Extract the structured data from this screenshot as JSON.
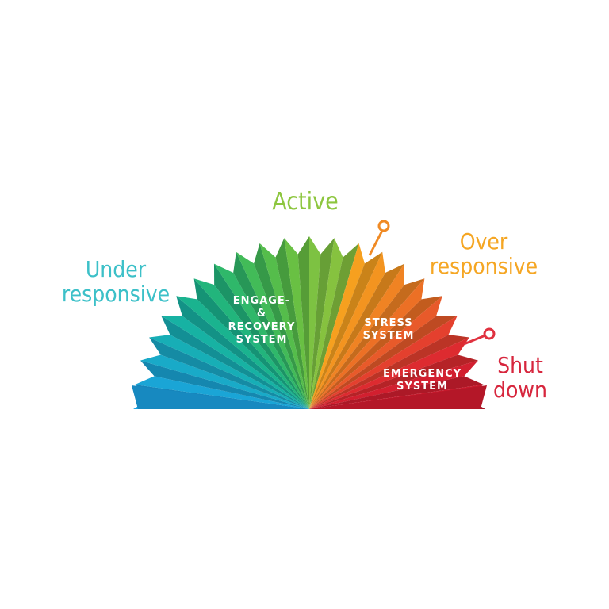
{
  "labels": {
    "under": [
      "Under",
      "responsive"
    ],
    "active": "Active",
    "over": [
      "Over",
      "responsive"
    ],
    "shutdown": [
      "Shut",
      "down"
    ]
  },
  "systems": {
    "engage": [
      "ENGAGE-",
      "&",
      "RECOVERY",
      "SYSTEM"
    ],
    "stress": [
      "STRESS",
      "SYSTEM"
    ],
    "emergency": [
      "EMERGENCY",
      "SYSTEM"
    ]
  },
  "colors": {
    "under": "#3cc0c8",
    "active": "#8dc63f",
    "over": "#f5a623",
    "shutdown": "#d7263d",
    "pointer_over": "#f08a24",
    "pointer_shutdown": "#e0313f"
  },
  "fan_colors": [
    "#1ba1e2",
    "#1aa5d6",
    "#19aac8",
    "#17aeb6",
    "#17b2a3",
    "#1ab38f",
    "#22b57c",
    "#2fb86a",
    "#42bb58",
    "#55bd4b",
    "#69c043",
    "#7dc242",
    "#86c23f",
    "#f6a01f",
    "#f39420",
    "#f08323",
    "#ec7025",
    "#e85a2a",
    "#e4402e",
    "#dd2b30",
    "#d21f2f",
    "#c8192c"
  ]
}
